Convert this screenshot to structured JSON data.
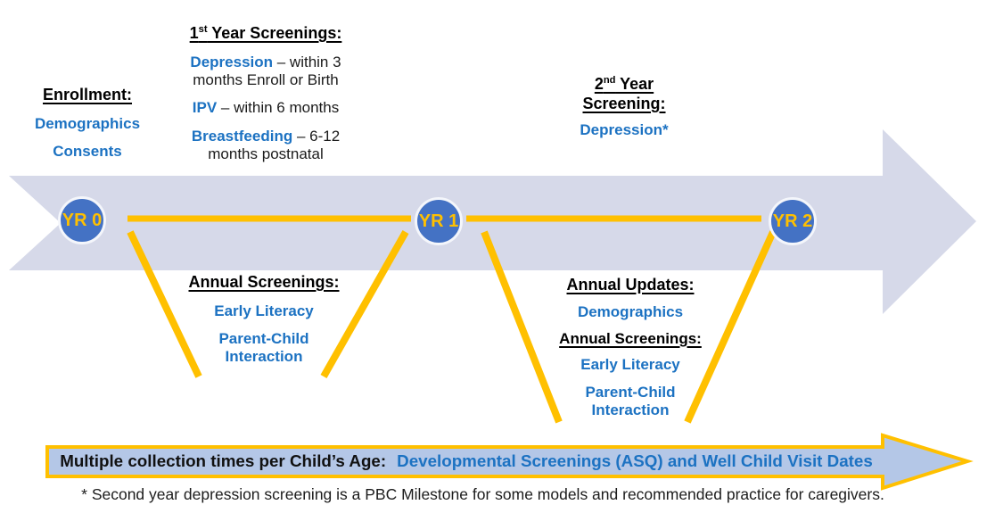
{
  "colors": {
    "band_fill": "#D6D9E9",
    "circle_fill": "#4472C4",
    "circle_ring": "#F4F6FB",
    "gold": "#FFC000",
    "blue_text": "#1C72C2",
    "bar_fill": "#B4C7E7",
    "black_text": "#000000"
  },
  "timeline": {
    "years": [
      {
        "label": "YR 0"
      },
      {
        "label": "YR 1"
      },
      {
        "label": "YR 2"
      }
    ]
  },
  "blocks": {
    "enrollment": {
      "header": "Enrollment:",
      "items": [
        "Demographics",
        "Consents"
      ]
    },
    "first_year": {
      "header": {
        "num": "1",
        "sup": "st",
        "rest": " Year Screenings:"
      },
      "items": [
        {
          "term": "Depression",
          "desc": " – within 3 months Enroll or Birth"
        },
        {
          "term": "IPV",
          "desc": " – within 6 months"
        },
        {
          "term": "Breastfeeding",
          "desc": " – 6-12 months postnatal"
        }
      ]
    },
    "second_year": {
      "header_line1": {
        "num": "2",
        "sup": "nd",
        "rest": " Year"
      },
      "header_line2": "Screening:",
      "item": "Depression*"
    },
    "funnel1": {
      "header": "Annual Screenings:",
      "items": [
        "Early Literacy",
        "Parent-Child Interaction"
      ]
    },
    "funnel2": {
      "header1": "Annual Updates:",
      "items1": [
        "Demographics"
      ],
      "header2": "Annual Screenings:",
      "items2": [
        "Early Literacy",
        "Parent-Child Interaction"
      ]
    }
  },
  "bottom_bar": {
    "label_black": "Multiple collection times per Child’s Age:",
    "label_blue": "Developmental Screenings (ASQ) and Well Child Visit Dates"
  },
  "footnote": "* Second year depression screening is a PBC Milestone for some models and recommended practice for caregivers."
}
